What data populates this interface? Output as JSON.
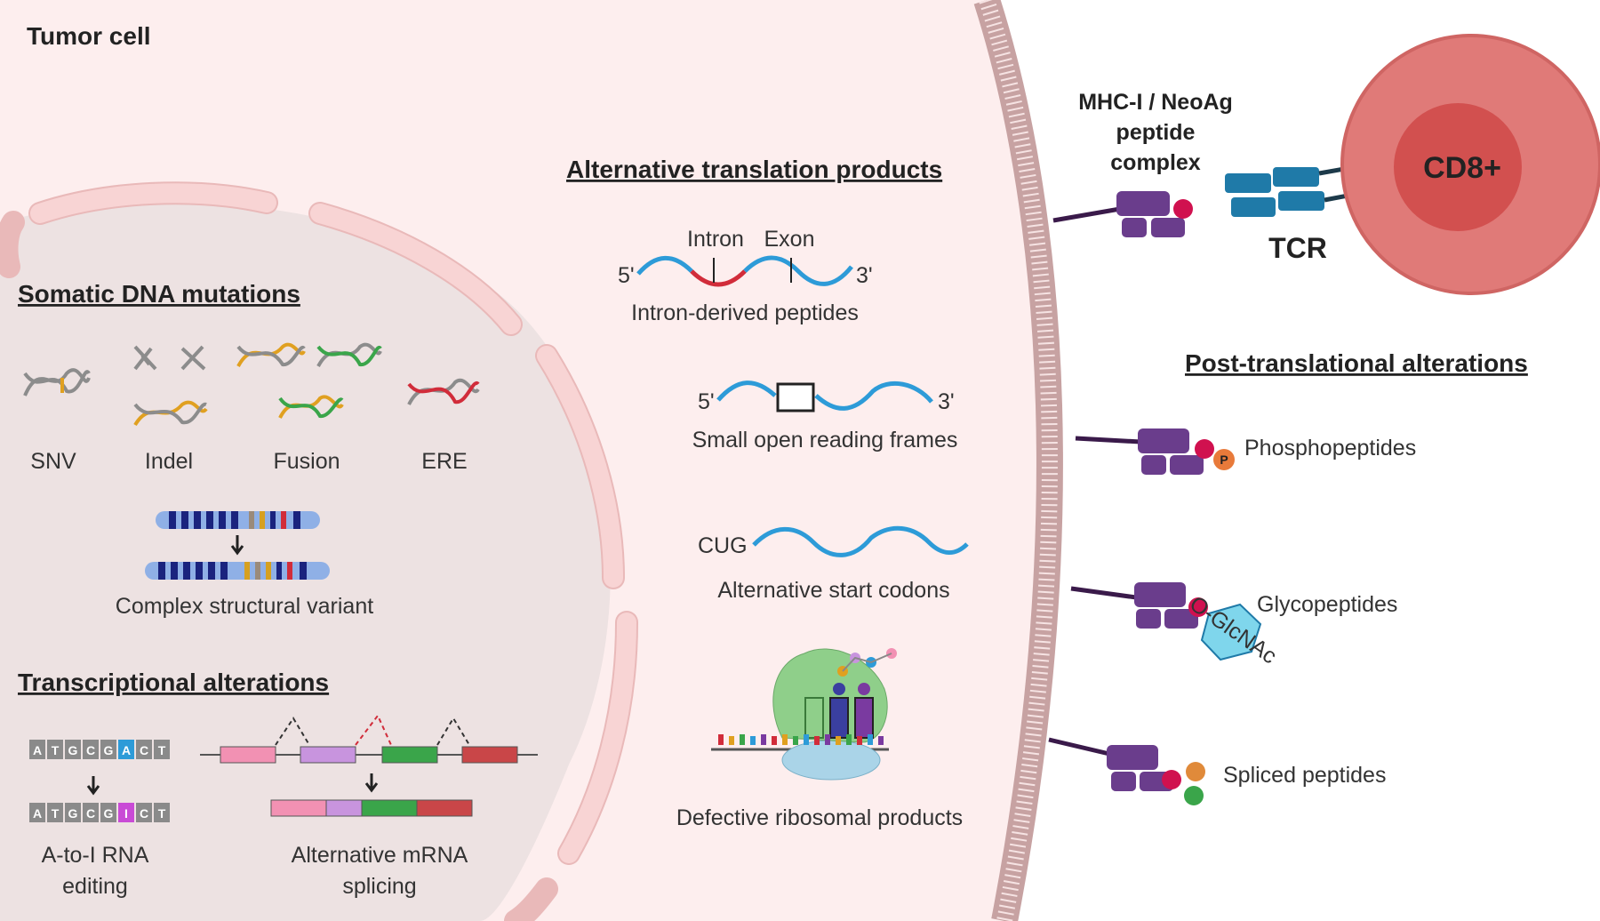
{
  "title": "Tumor cell",
  "somatic": {
    "heading": "Somatic DNA mutations",
    "labels": [
      "SNV",
      "Indel",
      "Fusion",
      "ERE"
    ],
    "structural": "Complex structural variant"
  },
  "transcriptional": {
    "heading": "Transcriptional alterations",
    "editing_line1": "A-to-I RNA",
    "editing_line2": "editing",
    "splicing_line1": "Alternative mRNA",
    "splicing_line2": "splicing",
    "seq_before": [
      "A",
      "T",
      "G",
      "C",
      "G",
      "A",
      "C",
      "T"
    ],
    "seq_after": [
      "A",
      "T",
      "G",
      "C",
      "G",
      "I",
      "C",
      "T"
    ]
  },
  "translation": {
    "heading": "Alternative translation products",
    "intron": "Intron",
    "exon": "Exon",
    "five_prime": "5'",
    "three_prime": "3'",
    "intron_label": "Intron-derived peptides",
    "smorf_label": "Small open reading frames",
    "cug": "CUG",
    "start_label": "Alternative start codons",
    "drip_label": "Defective ribosomal products"
  },
  "complex": {
    "line1": "MHC-I / NeoAg",
    "line2": "peptide",
    "line3": "complex",
    "tcr": "TCR",
    "cd8": "CD8+"
  },
  "post": {
    "heading": "Post-translational alterations",
    "phospho": "Phosphopeptides",
    "phospho_tag": "P",
    "glyco": "Glycopeptides",
    "glyco_tag": "O-GlcNAc",
    "spliced": "Spliced peptides"
  },
  "colors": {
    "cytoplasm": "#fdeeee",
    "nucleus": "#ede3e3",
    "envelope": "#f7d6d6",
    "membrane": "#c9a7a7",
    "mhc": "#6a3d8c",
    "peptide": "#d0114f",
    "tcr": "#1f7aa8",
    "cd8_outer": "#e07a78",
    "cd8_inner": "#d2504f",
    "rna": "#2d9bd8",
    "intron": "#d12c3a"
  }
}
